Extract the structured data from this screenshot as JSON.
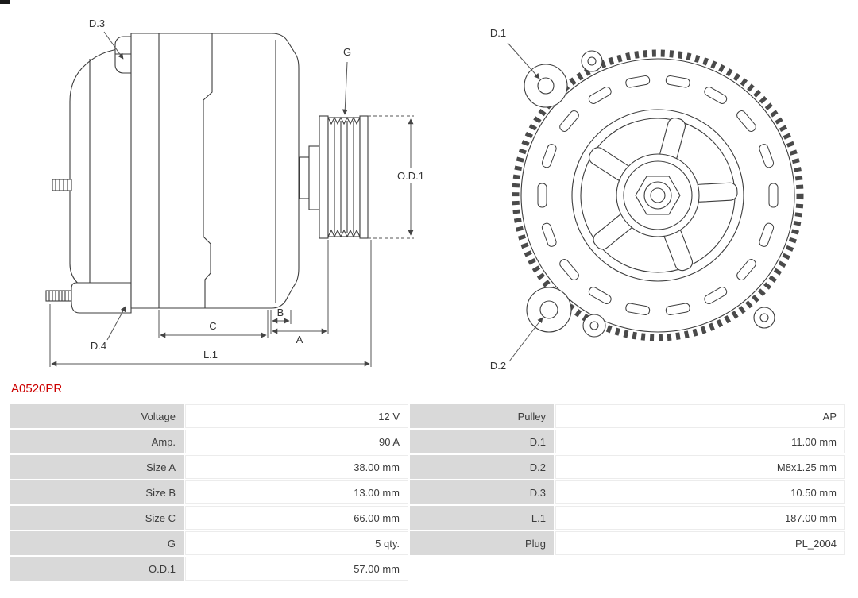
{
  "part_number": "A0520PR",
  "diagram": {
    "side_view_labels": {
      "d3": "D.3",
      "d4": "D.4",
      "g": "G",
      "od1": "O.D.1",
      "a": "A",
      "b": "B",
      "c": "C",
      "l1": "L.1"
    },
    "front_view_labels": {
      "d1": "D.1",
      "d2": "D.2"
    }
  },
  "spec_table": {
    "rows": [
      {
        "label1": "Voltage",
        "value1": "12 V",
        "label2": "Pulley",
        "value2": "AP"
      },
      {
        "label1": "Amp.",
        "value1": "90 A",
        "label2": "D.1",
        "value2": "11.00 mm"
      },
      {
        "label1": "Size A",
        "value1": "38.00 mm",
        "label2": "D.2",
        "value2": "M8x1.25 mm"
      },
      {
        "label1": "Size B",
        "value1": "13.00 mm",
        "label2": "D.3",
        "value2": "10.50 mm"
      },
      {
        "label1": "Size C",
        "value1": "66.00 mm",
        "label2": "L.1",
        "value2": "187.00 mm"
      },
      {
        "label1": "G",
        "value1": "5 qty.",
        "label2": "Plug",
        "value2": "PL_2004"
      },
      {
        "label1": "O.D.1",
        "value1": "57.00 mm",
        "label2": "",
        "value2": ""
      }
    ]
  }
}
